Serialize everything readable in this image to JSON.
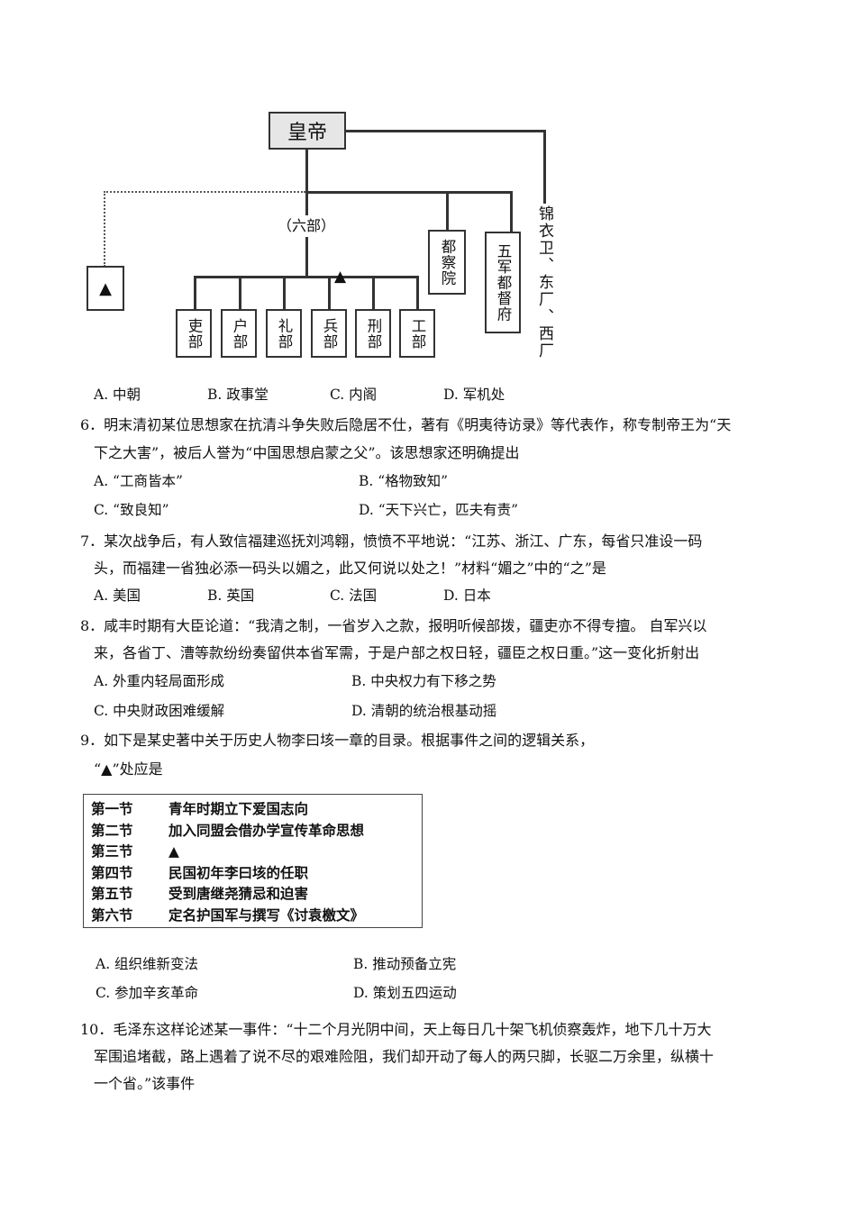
{
  "diagram": {
    "emperor": "皇帝",
    "six_ministries_label": "（六部）",
    "triangle": "▲",
    "ministries": [
      "吏部",
      "户部",
      "礼部",
      "兵部",
      "刑部",
      "工部"
    ],
    "censorate": "都察院",
    "five_armies": "五军都督府",
    "secret_police": "锦衣卫、东厂、西厂"
  },
  "q5_options": [
    "A. 中朝",
    "B. 政事堂",
    "C. 内阁",
    "D. 军机处"
  ],
  "q6": {
    "lines": [
      "6．明末清初某位思想家在抗清斗争失败后隐居不仕，著有《明夷待访录》等代表作，称专制帝王为“天",
      "下之大害”，被后人誉为“中国思想启蒙之父”。该思想家还明确提出"
    ],
    "options": [
      "A. “工商皆本”",
      "B. “格物致知”",
      "C. “致良知”",
      "D. “天下兴亡，匹夫有责”"
    ]
  },
  "q7": {
    "lines": [
      "7．某次战争后，有人致信福建巡抚刘鸿翱，愤愤不平地说：“江苏、浙江、广东，每省只准设一码",
      "头，而福建一省独必添一码头以媚之，此又何说以处之！”材料“媚之”中的“之”是"
    ],
    "options": [
      "A. 美国",
      "B. 英国",
      "C. 法国",
      "D. 日本"
    ]
  },
  "q8": {
    "lines": [
      "8．咸丰时期有大臣论道：“我清之制，一省岁入之款，报明听候部拨，疆吏亦不得专擅。 自军兴以",
      "来，各省丁、漕等款纷纷奏留供本省军需，于是户部之权日轻，疆臣之权日重。”这一变化折射出"
    ],
    "options": [
      "A. 外重内轻局面形成",
      "B. 中央权力有下移之势",
      "C. 中央财政困难缓解",
      "D. 清朝的统治根基动摇"
    ]
  },
  "q9": {
    "lines": [
      "9．如下是某史著中关于历史人物李曰垓一章的目录。根据事件之间的逻辑关系，",
      "“▲”处应是"
    ],
    "toc": [
      {
        "sec": "第一节",
        "title": "青年时期立下爱国志向"
      },
      {
        "sec": "第二节",
        "title": "加入同盟会借办学宣传革命思想"
      },
      {
        "sec": "第三节",
        "title": "▲"
      },
      {
        "sec": "第四节",
        "title": "民国初年李曰垓的任职"
      },
      {
        "sec": "第五节",
        "title": "受到唐继尧猜忌和迫害"
      },
      {
        "sec": "第六节",
        "title": "定名护国军与撰写《讨袁檄文》"
      }
    ],
    "options": [
      "A. 组织维新变法",
      "B. 推动预备立宪",
      "C. 参加辛亥革命",
      "D. 策划五四运动"
    ]
  },
  "q10": {
    "lines": [
      "10．毛泽东这样论述某一事件：“十二个月光阴中间，天上每日几十架飞机侦察轰炸，地下几十万大",
      "军围追堵截，路上遇着了说不尽的艰难险阻，我们却开动了每人的两只脚，长驱二万余里，纵横十",
      "一个省。”该事件"
    ]
  }
}
